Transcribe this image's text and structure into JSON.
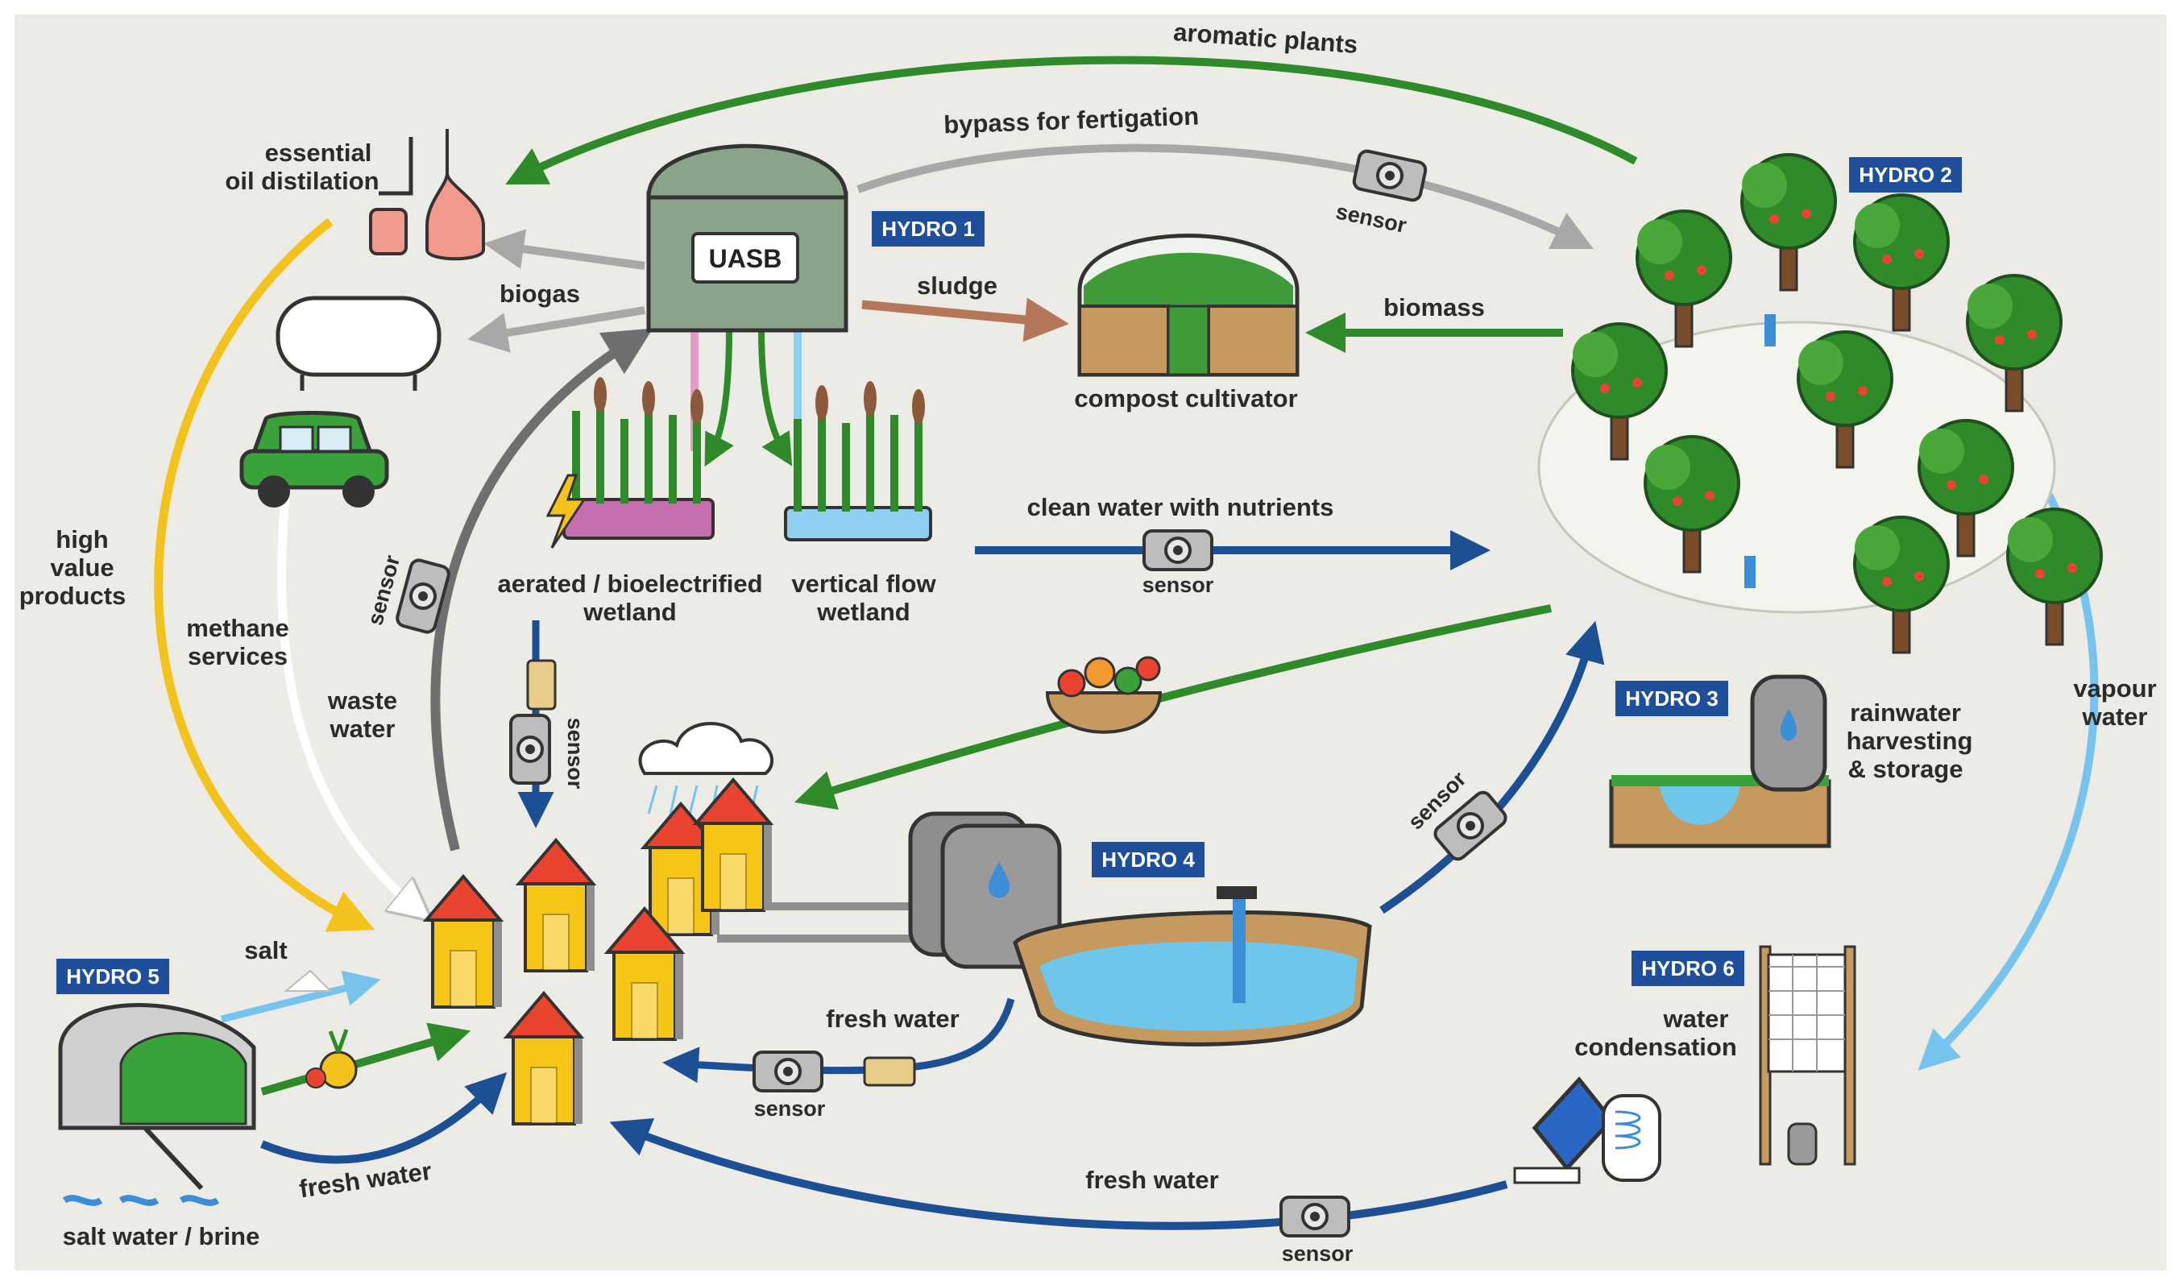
{
  "colors": {
    "background": "#ecebe6",
    "hydro_badge": "#1f4f9a",
    "blue_flow": "#1d4f94",
    "light_blue": "#76c4ee",
    "green_flow": "#2f8a2a",
    "grey_flow": "#a8a8a8",
    "yellow_flow": "#f3c21c",
    "brown_flow": "#b5775a"
  },
  "hydro": {
    "h1": "HYDRO 1",
    "h2": "HYDRO 2",
    "h3": "HYDRO 3",
    "h4": "HYDRO 4",
    "h5": "HYDRO 5",
    "h6": "HYDRO 6"
  },
  "nodes": {
    "uasb": "UASB",
    "essential_oil_1": "essential",
    "essential_oil_2": "oil distilation",
    "compost": "compost cultivator",
    "aerated_1": "aerated / bioelectrified",
    "aerated_2": "wetland",
    "vertical_1": "vertical flow",
    "vertical_2": "wetland",
    "rain_1": "rainwater",
    "rain_2": "harvesting",
    "rain_3": "& storage",
    "condensation_1": "water",
    "condensation_2": "condensation",
    "salt_water": "salt water / brine"
  },
  "flows": {
    "aromatic": "aromatic plants",
    "bypass": "bypass for fertigation",
    "biogas": "biogas",
    "sludge": "sludge",
    "biomass": "biomass",
    "clean_water": "clean water with nutrients",
    "high_value_1": "high",
    "high_value_2": "value",
    "high_value_3": "products",
    "methane_1": "methane",
    "methane_2": "services",
    "waste_1": "waste",
    "waste_2": "water",
    "vapour_1": "vapour",
    "vapour_2": "water",
    "salt": "salt",
    "fresh_water_mid": "fresh water",
    "fresh_water_left": "fresh water",
    "fresh_water_bottom": "fresh water"
  },
  "sensors": {
    "bypass": "sensor",
    "clean": "sensor",
    "left_vertical": "sensor",
    "wetland_down": "sensor",
    "hydro3": "sensor",
    "mid_fresh": "sensor",
    "bottom_fresh": "sensor"
  },
  "icons": [
    "distillation-icon",
    "gas-tank-icon",
    "car-icon",
    "uasb-reactor-icon",
    "compost-greenhouse-icon",
    "forest-icon",
    "reed-wetland-icon",
    "fruit-basket-icon",
    "rain-cloud-icon",
    "house-icon",
    "water-tank-icon",
    "pond-icon",
    "greenhouse-icon",
    "solar-panel-icon",
    "fog-net-icon",
    "sensor-icon"
  ]
}
